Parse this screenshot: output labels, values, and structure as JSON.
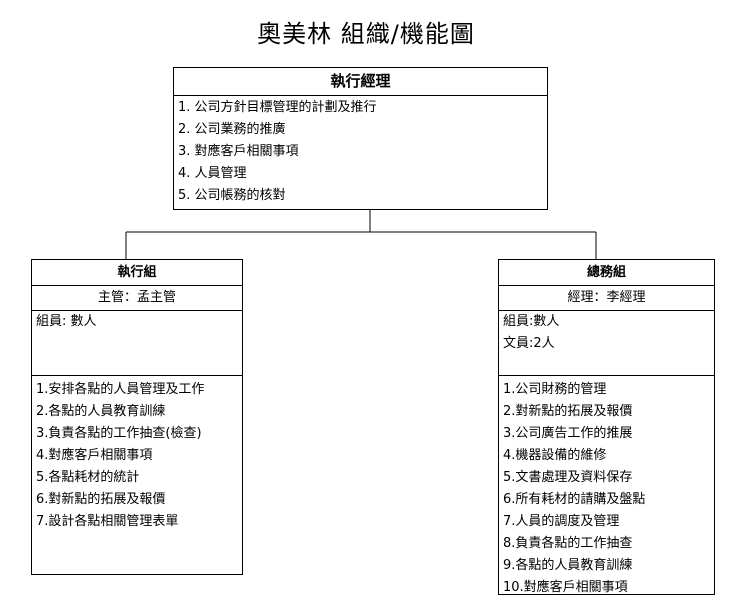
{
  "title": "奧美林 組織/機能圖",
  "executive": {
    "heading": "執行經理",
    "duties": [
      "1. 公司方針目標管理的計劃及推行",
      "2. 公司業務的推廣",
      "3. 對應客戶相關事項",
      "4. 人員管理",
      "5. 公司帳務的核對"
    ]
  },
  "execution_group": {
    "heading": "執行組",
    "manager": "主管：孟主管",
    "members": [
      "組員: 數人"
    ],
    "duties": [
      "1.安排各點的人員管理及工作",
      "2.各點的人員教育訓練",
      "3.負責各點的工作抽查(檢查)",
      "4.對應客戶相關事項",
      "5.各點耗材的統計",
      "6.對新點的拓展及報價",
      "7.設計各點相關管理表單"
    ]
  },
  "general_affairs_group": {
    "heading": "總務組",
    "manager": "經理：李經理",
    "members": [
      "組員:數人",
      "文員:2人"
    ],
    "duties": [
      "1.公司財務的管理",
      "2.對新點的拓展及報價",
      "3.公司廣告工作的推展",
      "4.機器設備的維修",
      "5.文書處理及資料保存",
      "6.所有耗材的請購及盤點",
      "7.人員的調度及管理",
      "8.負責各點的工作抽查",
      "9.各點的人員教育訓練",
      "10.對應客戶相關事項"
    ]
  }
}
